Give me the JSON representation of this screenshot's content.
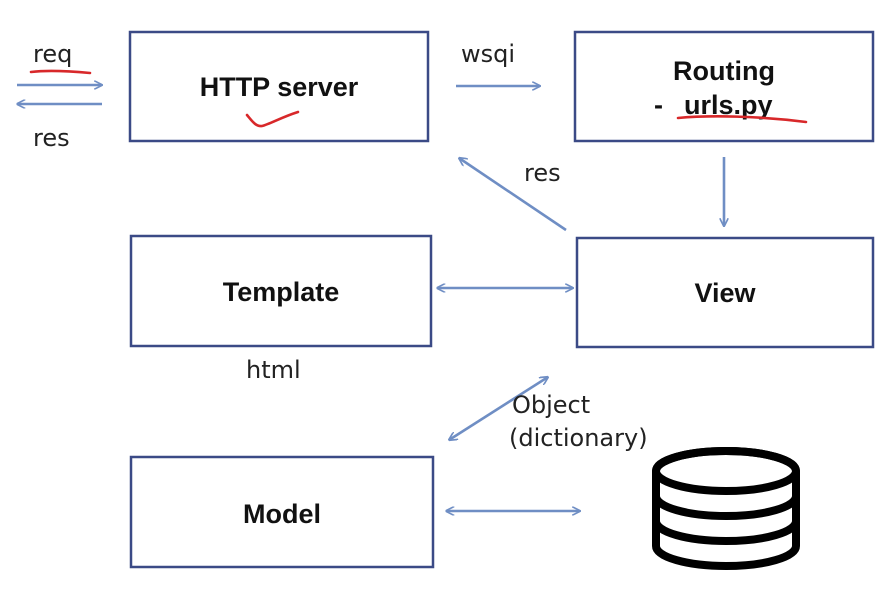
{
  "diagram": {
    "nodes": {
      "http_server": {
        "title": "HTTP server"
      },
      "routing": {
        "title_line1": "Routing",
        "title_line2_prefix": "- ",
        "title_line2": "urls.py"
      },
      "template": {
        "title": "Template"
      },
      "view": {
        "title": "View"
      },
      "model": {
        "title": "Model"
      }
    },
    "labels": {
      "req": "req",
      "res_client": "res",
      "wsqi": "wsqi",
      "res_view": "res",
      "html": "html",
      "object": "Object",
      "dictionary": "(dictionary)"
    },
    "database_icon": "database-icon",
    "colors": {
      "arrow": "#6f8ec4",
      "box_border": "#3b4a86",
      "annotation": "#d8282a"
    }
  }
}
